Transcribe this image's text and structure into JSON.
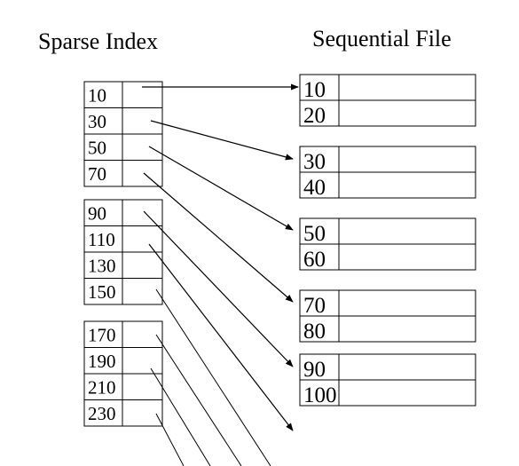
{
  "titles": {
    "index": "Sparse Index",
    "file": "Sequential File"
  },
  "index_blocks": [
    [
      "10",
      "30",
      "50",
      "70"
    ],
    [
      "90",
      "110",
      "130",
      "150"
    ],
    [
      "170",
      "190",
      "210",
      "230"
    ]
  ],
  "file_blocks": [
    [
      "10",
      "20"
    ],
    [
      "30",
      "40"
    ],
    [
      "50",
      "60"
    ],
    [
      "70",
      "80"
    ],
    [
      "90",
      "100"
    ]
  ]
}
